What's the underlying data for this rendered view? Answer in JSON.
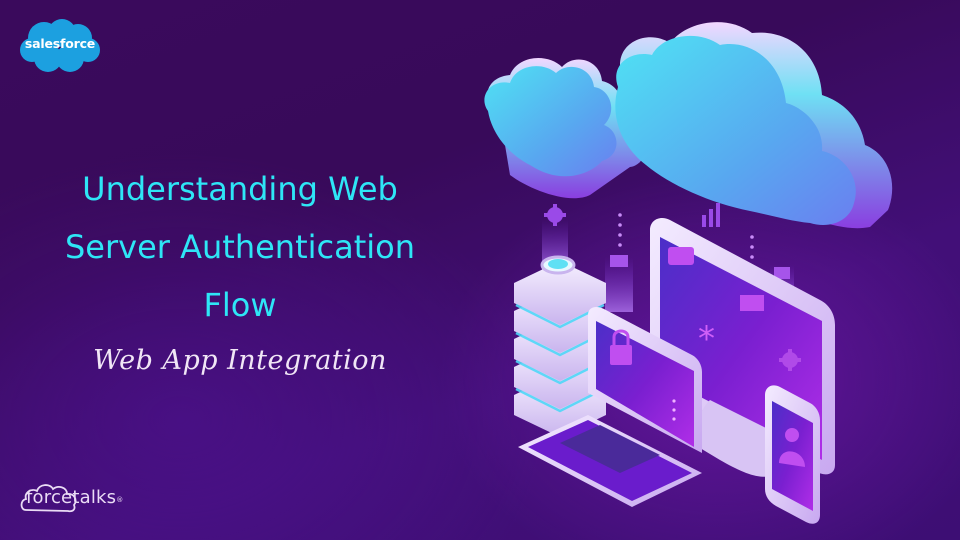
{
  "brand": {
    "top_logo": "salesforce",
    "bottom_logo": "forcetalks",
    "bottom_logo_mark": "®"
  },
  "headline": {
    "lines": [
      "Understanding Web",
      "Server Authentication",
      "Flow"
    ]
  },
  "subheadline": "Web App Integration",
  "illustration": {
    "elements": [
      "cloud-small",
      "cloud-large",
      "server-stack",
      "desktop-monitor",
      "laptop",
      "smartphone"
    ],
    "icons": [
      "gear-icon",
      "bar-chart-icon",
      "chat-bubble-icon",
      "folder-icon",
      "lock-icon",
      "asterisk-icon",
      "card-icon",
      "user-icon",
      "mail-icon"
    ]
  },
  "colors": {
    "background_dark": "#380a5a",
    "background_light": "#451084",
    "title": "#2ee6f6",
    "subtitle": "#f1e6f6",
    "salesforce_blue": "#1ca0e0",
    "cloud_cyan": "#3ed8f0",
    "cloud_violet": "#8a3ee0",
    "device_frame": "#e8d8f8",
    "screen_purple": "#7a1fd0"
  }
}
